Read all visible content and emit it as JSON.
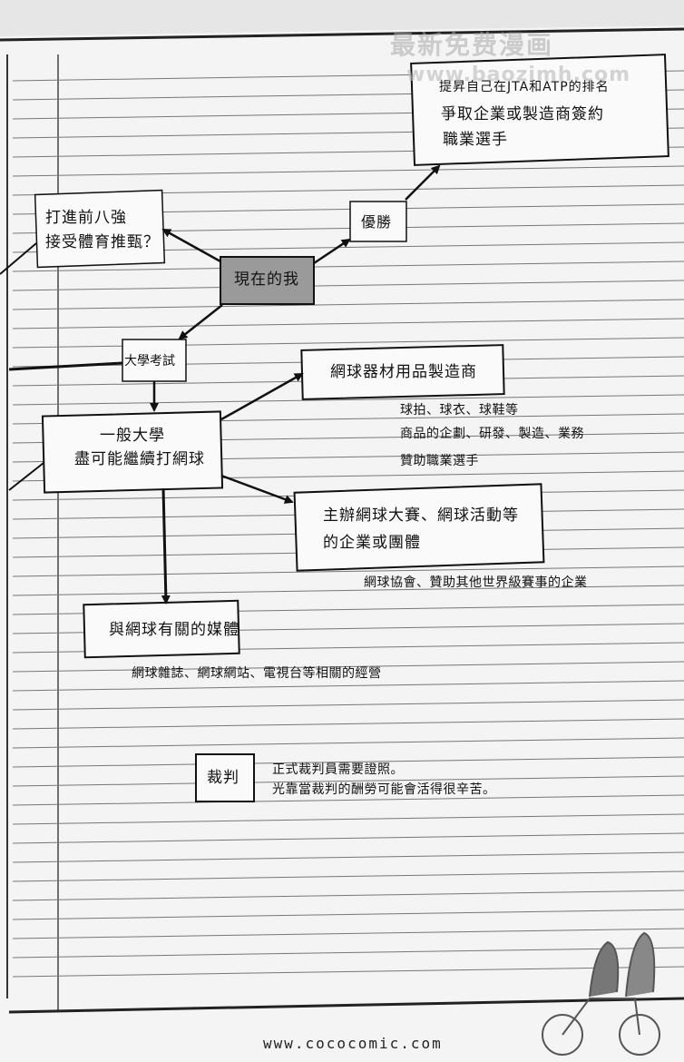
{
  "nodes": {
    "current_self": "現在的我",
    "win": "優勝",
    "top_eight_line1": "打進前八強",
    "top_eight_line2": "接受體育推甄？",
    "exam": "大學考試",
    "university_line1": "一般大學",
    "university_line2": "盡可能繼續打網球",
    "manufacturer": "網球器材用品製造商",
    "organizer_line1": "主辦網球大賽、網球活動等",
    "organizer_line2": "的企業或團體",
    "media": "與網球有關的媒體",
    "referee": "裁判",
    "pro_line1": "提昇自己在JTA和ATP的排名",
    "pro_line2": "爭取企業或製造商簽約",
    "pro_line3": "職業選手"
  },
  "notes": {
    "manufacturer_1": "球拍、球衣、球鞋等",
    "manufacturer_2": "商品的企劃、研發、製造、業務",
    "manufacturer_3": "贊助職業選手",
    "organizer": "網球協會、贊助其他世界級賽事的企業",
    "media": "網球雜誌、網球網站、電視台等相關的經營",
    "referee_1": "正式裁判員需要證照。",
    "referee_2": "光靠當裁判的酬勞可能會活得很辛苦。"
  },
  "watermark": {
    "title": "最新免费漫画",
    "url": "www.baozimh.com"
  },
  "footer": {
    "url": "www.cococomic.com"
  }
}
